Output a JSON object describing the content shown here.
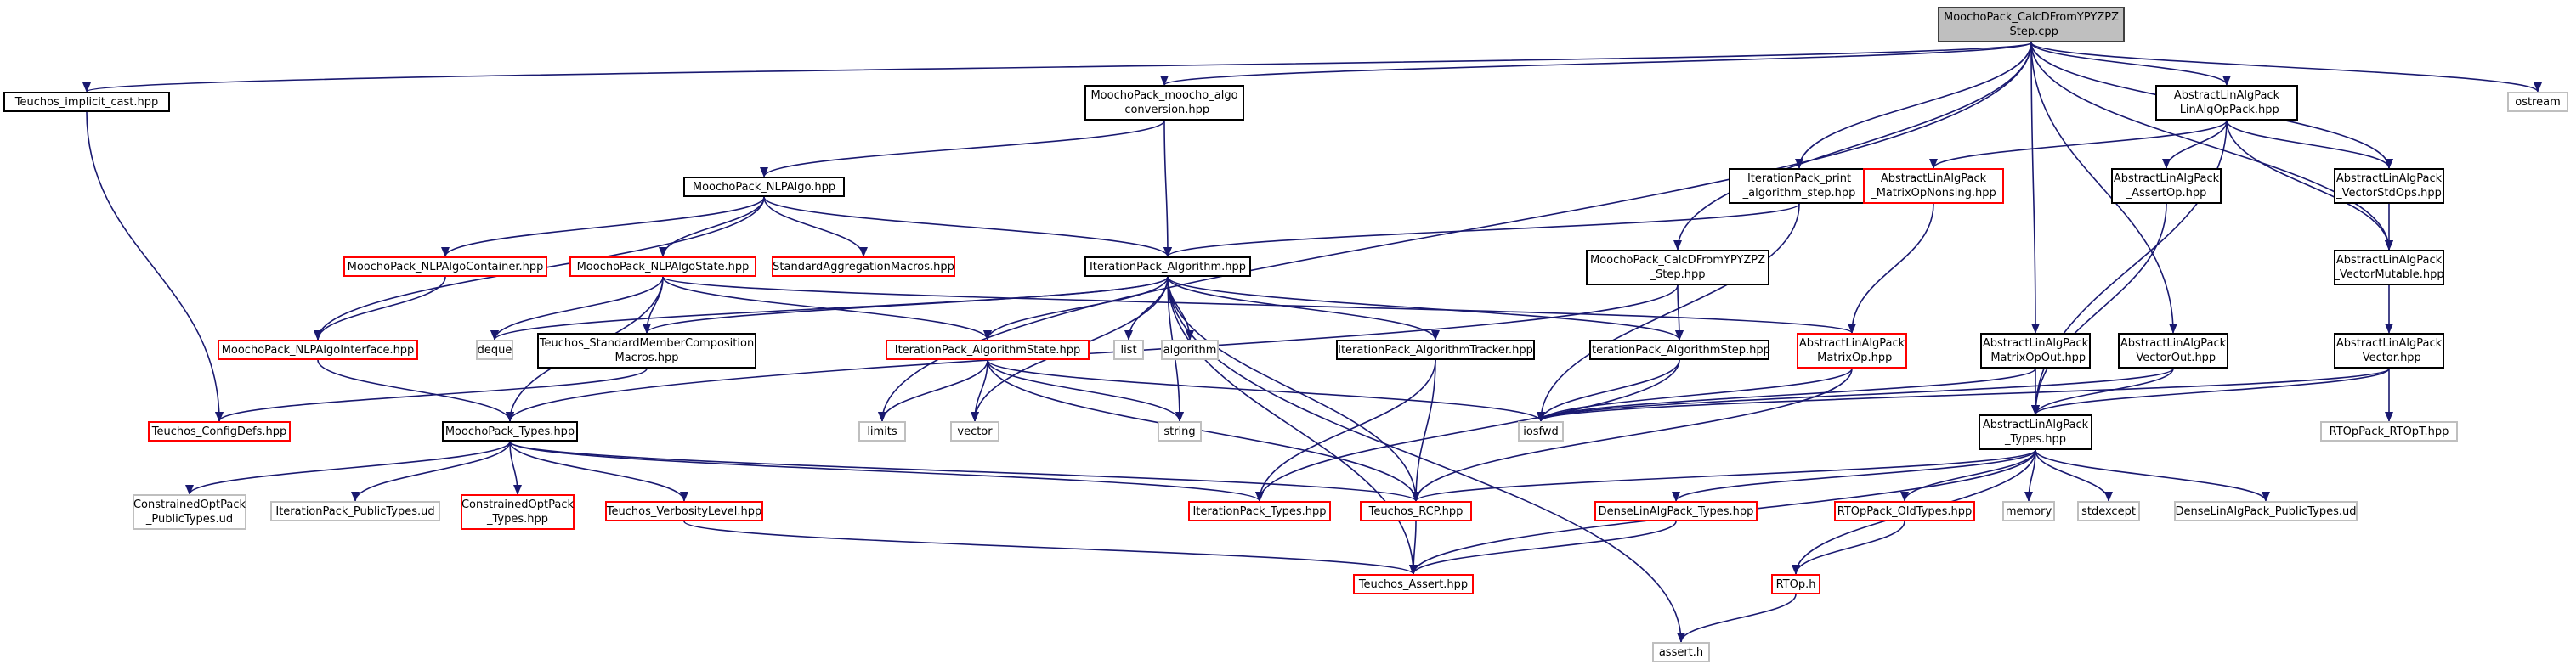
{
  "graph": {
    "edge_color": "#191970",
    "legend_colors": {
      "root_fill": "#bfbfbf",
      "documented_border": "#000000",
      "undocumented_border": "#ff0000",
      "external_border": "#bfbfbf"
    },
    "nodes": [
      {
        "id": "root",
        "label": "MoochoPack_CalcDFromYPYZPZ\n_Step.cpp",
        "kind": "root"
      },
      {
        "id": "implicit_cast",
        "label": "Teuchos_implicit_cast.hpp",
        "kind": "black"
      },
      {
        "id": "moocho_algo_conv",
        "label": "MoochoPack_moocho_algo\n_conversion.hpp",
        "kind": "black"
      },
      {
        "id": "iter_print",
        "label": "IterationPack_print\n_algorithm_step.hpp",
        "kind": "black"
      },
      {
        "id": "calcd_hpp",
        "label": "MoochoPack_CalcDFromYPYZPZ\n_Step.hpp",
        "kind": "black"
      },
      {
        "id": "linalg_op",
        "label": "AbstractLinAlgPack\n_LinAlgOpPack.hpp",
        "kind": "black"
      },
      {
        "id": "ostream",
        "label": "ostream",
        "kind": "gray"
      },
      {
        "id": "nlpalgo",
        "label": "MoochoPack_NLPAlgo.hpp",
        "kind": "black"
      },
      {
        "id": "matrix_op_nonsing",
        "label": "AbstractLinAlgPack\n_MatrixOpNonsing.hpp",
        "kind": "red"
      },
      {
        "id": "assert_op",
        "label": "AbstractLinAlgPack\n_AssertOp.hpp",
        "kind": "black"
      },
      {
        "id": "vector_std_ops",
        "label": "AbstractLinAlgPack\n_VectorStdOps.hpp",
        "kind": "black"
      },
      {
        "id": "nlpalgo_container",
        "label": "MoochoPack_NLPAlgoContainer.hpp",
        "kind": "red"
      },
      {
        "id": "nlpalgo_state",
        "label": "MoochoPack_NLPAlgoState.hpp",
        "kind": "red"
      },
      {
        "id": "std_agg_macros",
        "label": "StandardAggregationMacros.hpp",
        "kind": "red"
      },
      {
        "id": "iter_algorithm",
        "label": "IterationPack_Algorithm.hpp",
        "kind": "black"
      },
      {
        "id": "vector_mutable",
        "label": "AbstractLinAlgPack\n_VectorMutable.hpp",
        "kind": "black"
      },
      {
        "id": "nlpalgo_interface",
        "label": "MoochoPack_NLPAlgoInterface.hpp",
        "kind": "red"
      },
      {
        "id": "deque",
        "label": "deque",
        "kind": "gray"
      },
      {
        "id": "std_member_comp",
        "label": "Teuchos_StandardMemberComposition\nMacros.hpp",
        "kind": "black"
      },
      {
        "id": "iter_algo_state",
        "label": "IterationPack_AlgorithmState.hpp",
        "kind": "red"
      },
      {
        "id": "list",
        "label": "list",
        "kind": "gray"
      },
      {
        "id": "algorithm",
        "label": "algorithm",
        "kind": "gray"
      },
      {
        "id": "iter_algo_tracker",
        "label": "IterationPack_AlgorithmTracker.hpp",
        "kind": "black"
      },
      {
        "id": "iter_algo_step",
        "label": "IterationPack_AlgorithmStep.hpp",
        "kind": "black"
      },
      {
        "id": "matrix_op",
        "label": "AbstractLinAlgPack\n_MatrixOp.hpp",
        "kind": "red"
      },
      {
        "id": "matrix_op_out",
        "label": "AbstractLinAlgPack\n_MatrixOpOut.hpp",
        "kind": "black"
      },
      {
        "id": "vector_out",
        "label": "AbstractLinAlgPack\n_VectorOut.hpp",
        "kind": "black"
      },
      {
        "id": "vector_hpp",
        "label": "AbstractLinAlgPack\n_Vector.hpp",
        "kind": "black"
      },
      {
        "id": "config_defs",
        "label": "Teuchos_ConfigDefs.hpp",
        "kind": "red"
      },
      {
        "id": "moocho_types",
        "label": "MoochoPack_Types.hpp",
        "kind": "black"
      },
      {
        "id": "limits",
        "label": "limits",
        "kind": "gray"
      },
      {
        "id": "vector",
        "label": "vector",
        "kind": "gray"
      },
      {
        "id": "string",
        "label": "string",
        "kind": "gray"
      },
      {
        "id": "iosfwd",
        "label": "iosfwd",
        "kind": "gray"
      },
      {
        "id": "alap_types",
        "label": "AbstractLinAlgPack\n_Types.hpp",
        "kind": "black"
      },
      {
        "id": "rtop_rtopt",
        "label": "RTOpPack_RTOpT.hpp",
        "kind": "gray"
      },
      {
        "id": "copt_public",
        "label": "ConstrainedOptPack\n_PublicTypes.ud",
        "kind": "gray"
      },
      {
        "id": "iter_public",
        "label": "IterationPack_PublicTypes.ud",
        "kind": "gray"
      },
      {
        "id": "copt_types",
        "label": "ConstrainedOptPack\n_Types.hpp",
        "kind": "red"
      },
      {
        "id": "verbosity",
        "label": "Teuchos_VerbosityLevel.hpp",
        "kind": "red"
      },
      {
        "id": "iter_types",
        "label": "IterationPack_Types.hpp",
        "kind": "red"
      },
      {
        "id": "rcp",
        "label": "Teuchos_RCP.hpp",
        "kind": "red"
      },
      {
        "id": "dense_types",
        "label": "DenseLinAlgPack_Types.hpp",
        "kind": "red"
      },
      {
        "id": "rtop_old",
        "label": "RTOpPack_OldTypes.hpp",
        "kind": "red"
      },
      {
        "id": "memory",
        "label": "memory",
        "kind": "gray"
      },
      {
        "id": "stdexcept",
        "label": "stdexcept",
        "kind": "gray"
      },
      {
        "id": "dense_public",
        "label": "DenseLinAlgPack_PublicTypes.ud",
        "kind": "gray"
      },
      {
        "id": "teuchos_assert",
        "label": "Teuchos_Assert.hpp",
        "kind": "red"
      },
      {
        "id": "rtop_h",
        "label": "RTOp.h",
        "kind": "red"
      },
      {
        "id": "assert_h",
        "label": "assert.h",
        "kind": "gray"
      }
    ]
  }
}
